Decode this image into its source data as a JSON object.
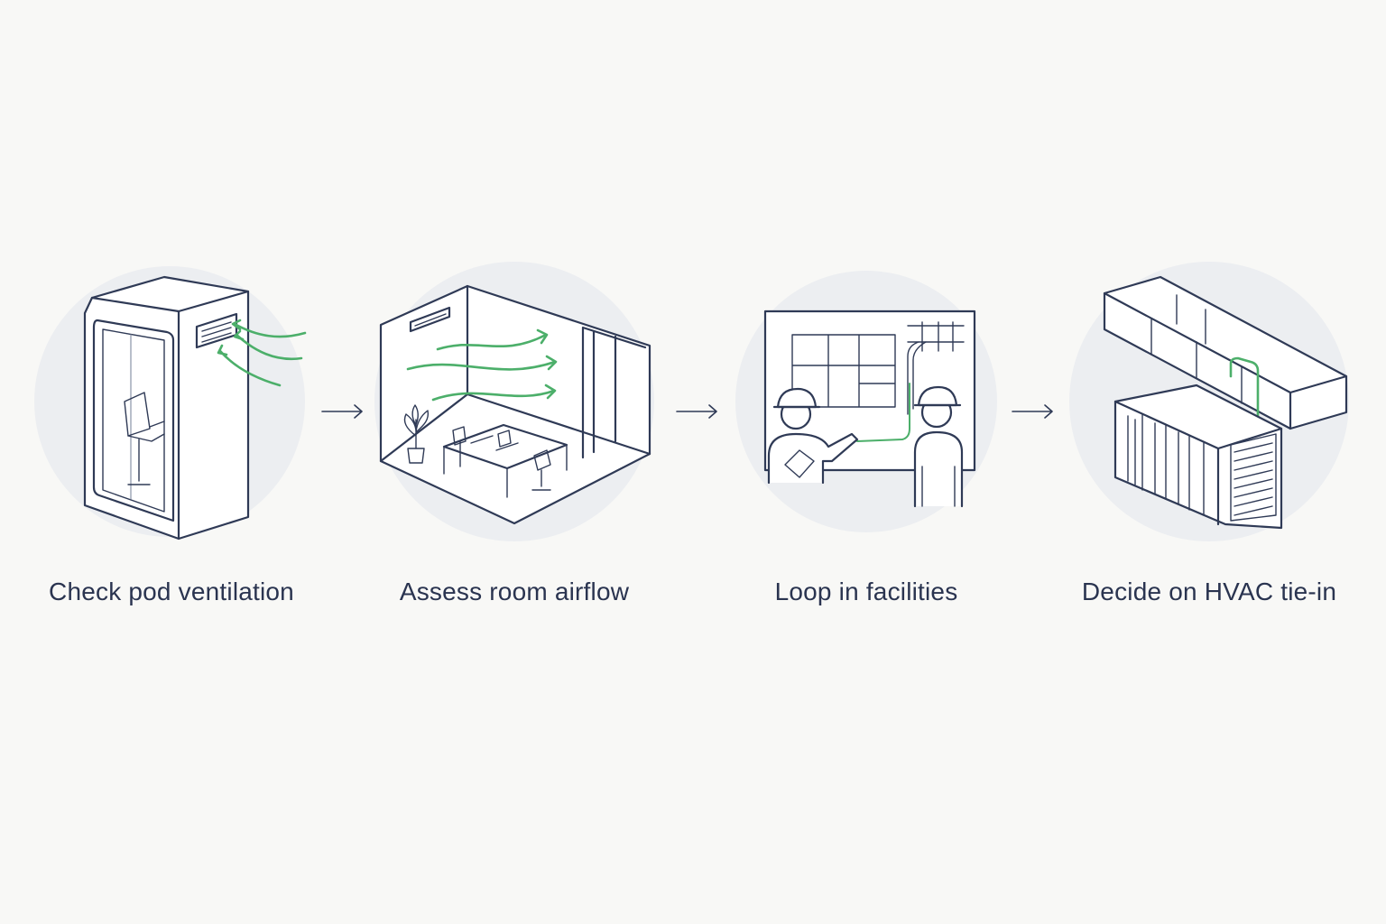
{
  "steps": [
    {
      "id": "pod",
      "label": "Check pod ventilation",
      "icon": "phone-booth-pod-icon"
    },
    {
      "id": "room",
      "label": "Assess room airflow",
      "icon": "office-room-airflow-icon"
    },
    {
      "id": "facilities",
      "label": "Loop in facilities",
      "icon": "facilities-workers-icon"
    },
    {
      "id": "hvac",
      "label": "Decide on HVAC tie-in",
      "icon": "hvac-unit-duct-icon"
    }
  ],
  "connector_icon": "right-arrow-icon",
  "colors": {
    "background": "#f8f8f6",
    "line": "#2f3a56",
    "accent": "#4caf6a",
    "circle": "#eceef1",
    "text": "#2a3450"
  }
}
